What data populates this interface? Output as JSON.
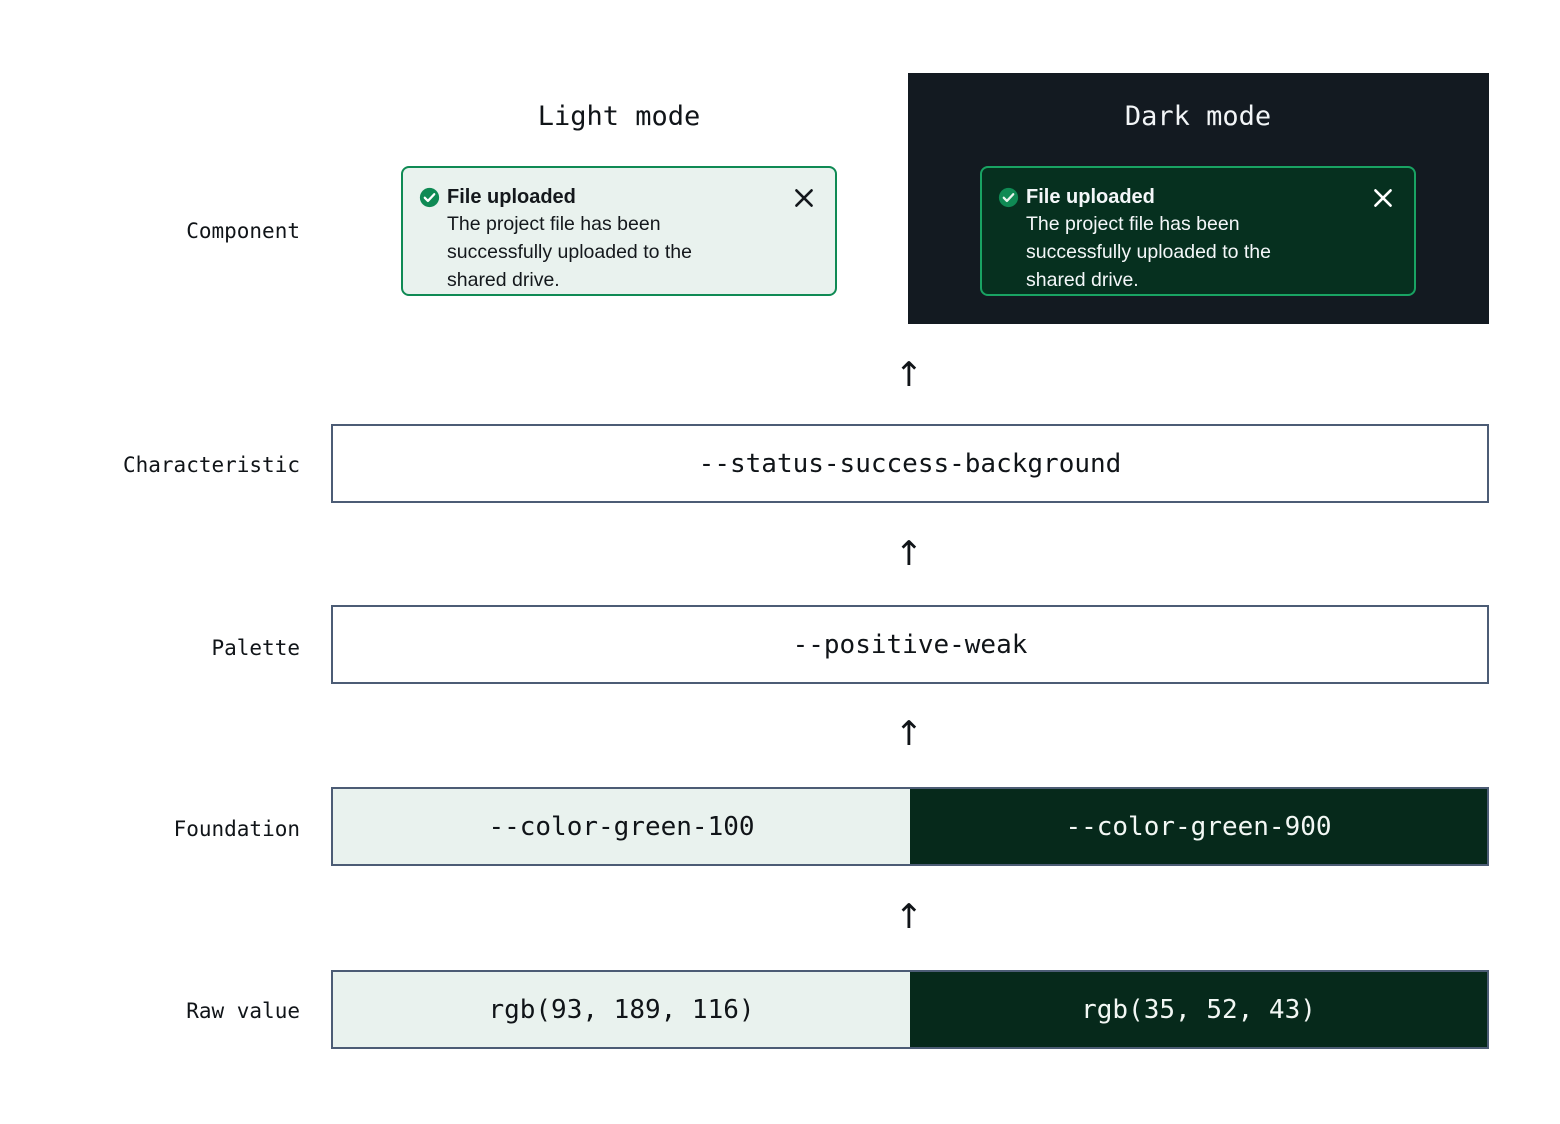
{
  "modes": {
    "light_label": "Light mode",
    "dark_label": "Dark mode"
  },
  "rows": {
    "component": "Component",
    "characteristic": "Characteristic",
    "palette": "Palette",
    "foundation": "Foundation",
    "raw_value": "Raw value"
  },
  "toast": {
    "title": "File uploaded",
    "message": "The project file has been successfully uploaded to the shared drive.",
    "icon": "check-circle-icon",
    "close_icon": "close-icon"
  },
  "tokens": {
    "characteristic": "--status-success-background",
    "palette": "--positive-weak",
    "foundation_light": "--color-green-100",
    "foundation_dark": "--color-green-900",
    "raw_light": "rgb(93, 189, 116)",
    "raw_dark": "rgb(35, 52, 43)"
  },
  "arrows": {
    "glyph": "↑",
    "name": "up-arrow-icon"
  },
  "colors": {
    "green_100": "#e9f2ee",
    "green_900": "#06291b",
    "toast_border_light": "#0f8a54",
    "toast_border_dark": "#19a363",
    "bar_border": "#4c5c75",
    "dark_panel_bg": "#131a21",
    "success_icon": "#0f8a54"
  }
}
